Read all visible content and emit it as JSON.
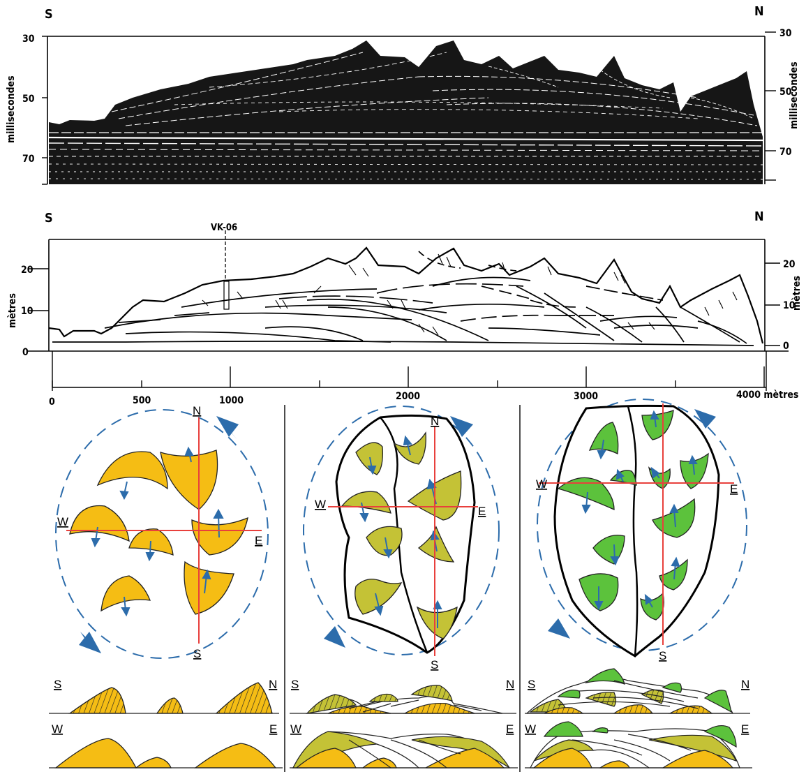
{
  "seismic": {
    "left_dir": "S",
    "right_dir": "N",
    "axis_label": "millisecondes",
    "ticks": [
      "30",
      "50",
      "70"
    ]
  },
  "interpretation": {
    "left_dir": "S",
    "right_dir": "N",
    "axis_label": "mètres",
    "ticks": [
      "0",
      "10",
      "20"
    ],
    "core_label": "VK-06"
  },
  "distance_axis": {
    "ticks": [
      "0",
      "500",
      "1000",
      "2000",
      "3000",
      "4000 mètres"
    ]
  },
  "panels": [
    {
      "n": "N",
      "s": "S",
      "w": "W",
      "e": "E",
      "profile1": [
        "S",
        "N"
      ],
      "profile2": [
        "W",
        "E"
      ]
    },
    {
      "n": "N",
      "s": "S",
      "w": "W",
      "e": "E",
      "profile1": [
        "S",
        "N"
      ],
      "profile2": [
        "W",
        "E"
      ]
    },
    {
      "n": "N",
      "s": "S",
      "w": "W",
      "e": "E",
      "profile1": [
        "S",
        "N"
      ],
      "profile2": [
        "W",
        "E"
      ]
    }
  ],
  "colors": {
    "yellow": "#f5bd14",
    "olive": "#c4c236",
    "green": "#5cc23c",
    "arrow_blue": "#2c6cab",
    "red_line": "#e8403c"
  }
}
